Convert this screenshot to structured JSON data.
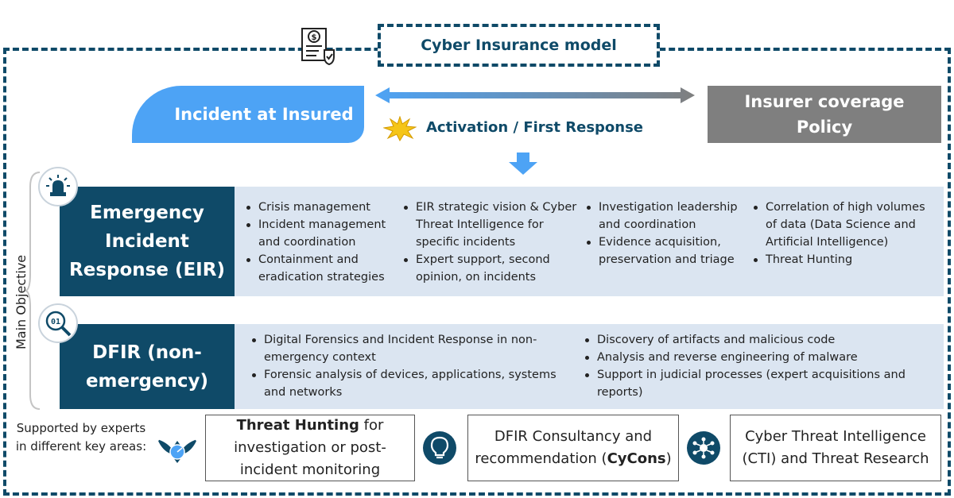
{
  "title": "Cyber Insurance model",
  "incident_label": "Incident at Insured",
  "coverage_label_line1": "Insurer coverage",
  "coverage_label_line2": "Policy",
  "activation_label": "Activation / First Response",
  "side_label": "Main Objective",
  "eir": {
    "title_line1": "Emergency",
    "title_line2": "Incident",
    "title_line3": "Response (EIR)",
    "col1": [
      "Crisis management",
      "Incident management and coordination",
      "Containment and eradication strategies"
    ],
    "col2": [
      "EIR strategic vision & Cyber Threat Intelligence for specific incidents",
      "Expert support, second opinion, on incidents"
    ],
    "col3": [
      "Investigation leadership and coordination",
      "Evidence acquisition, preservation and triage"
    ],
    "col4": [
      "Correlation of high volumes of data (Data Science and Artificial Intelligence)",
      "Threat Hunting"
    ]
  },
  "dfir": {
    "title_line1": "DFIR (non-",
    "title_line2": "emergency)",
    "col1": [
      "Digital Forensics and Incident Response in non-emergency context",
      "Forensic analysis of devices, applications, systems and networks"
    ],
    "col2": [
      "Discovery of artifacts and malicious code",
      "Analysis and reverse engineering of malware",
      "Support in judicial processes (expert acquisitions and reports)"
    ]
  },
  "supported_text": "Supported by experts in different key areas:",
  "boxes": {
    "threat_hunting_bold": "Threat Hunting",
    "threat_hunting_rest": " for investigation or post-incident monitoring",
    "cycons_pre": "DFIR Consultancy and recommendation (",
    "cycons_bold": "CyCons",
    "cycons_post": ")",
    "cti": "Cyber Threat Intelligence (CTI) and Threat Research"
  },
  "colors": {
    "navy": "#0f4a68",
    "blue": "#4da3f5",
    "grey": "#7f7f7f",
    "light": "#dbe5f1"
  }
}
